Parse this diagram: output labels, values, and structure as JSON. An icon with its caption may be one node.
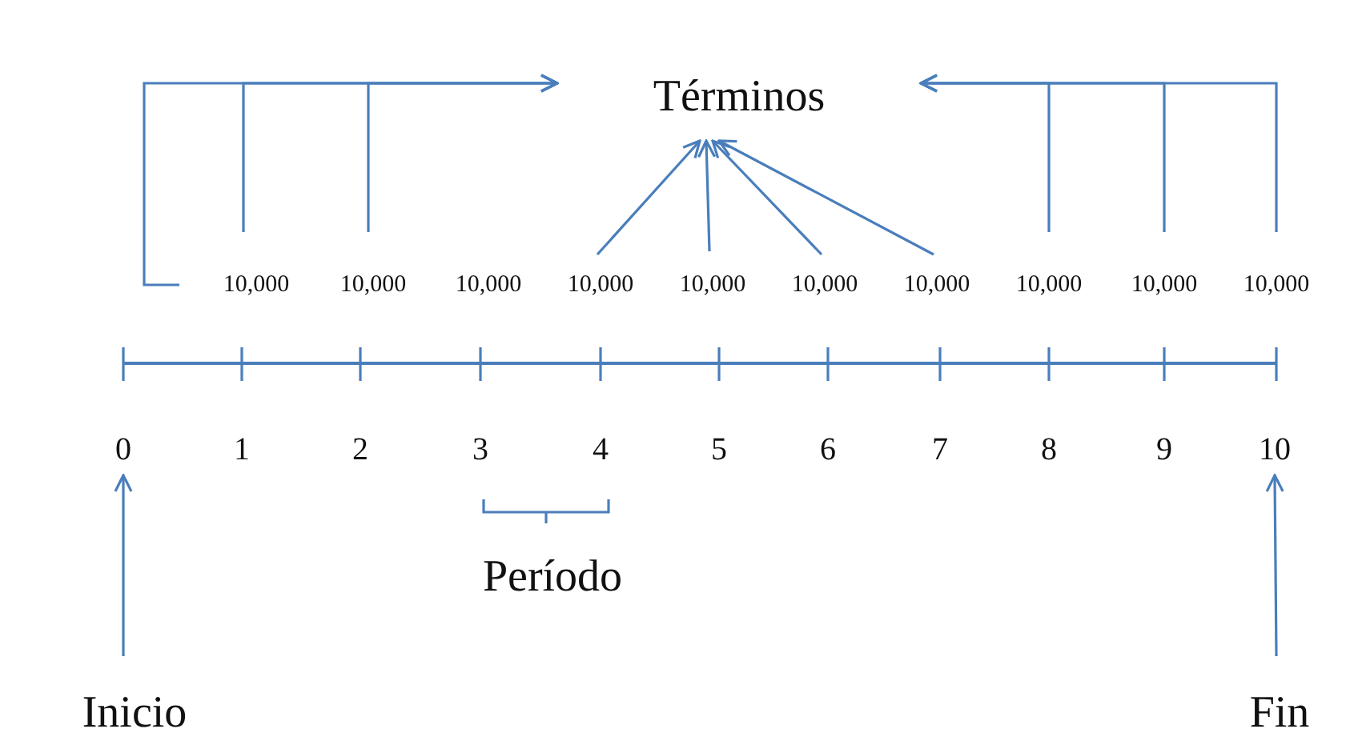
{
  "diagram": {
    "nodes": [
      {
        "text": [
          "Términos"
        ]
      },
      {
        "text": [
          "10,000"
        ]
      },
      {
        "text": [
          "10,000"
        ]
      },
      {
        "text": [
          "10,000"
        ]
      },
      {
        "text": [
          "10,000"
        ]
      },
      {
        "text": [
          "10,000"
        ]
      },
      {
        "text": [
          "10,000"
        ]
      },
      {
        "text": [
          "10,000"
        ]
      },
      {
        "text": [
          "10,000"
        ]
      },
      {
        "text": [
          "10,000"
        ]
      },
      {
        "text": [
          "10,000"
        ]
      },
      {
        "text": [
          "0"
        ]
      },
      {
        "text": [
          "1"
        ]
      },
      {
        "text": [
          "2"
        ]
      },
      {
        "text": [
          "3"
        ]
      },
      {
        "text": [
          "4"
        ]
      },
      {
        "text": [
          "5"
        ]
      },
      {
        "text": [
          "6"
        ]
      },
      {
        "text": [
          "7"
        ]
      },
      {
        "text": [
          "8"
        ]
      },
      {
        "text": [
          "9"
        ]
      },
      {
        "text": [
          "10"
        ]
      },
      {
        "text": [
          "Inicio"
        ]
      },
      {
        "text": [
          "Fin"
        ]
      }
    ],
    "edges": [
      {
        "from": 1,
        "to": 0,
        "arrow": "to"
      },
      {
        "from": 2,
        "to": 0,
        "arrow": "to"
      },
      {
        "from": null,
        "to": 0,
        "arrow": "to"
      },
      {
        "from": 4,
        "to": 0,
        "arrow": "to"
      },
      {
        "from": 5,
        "to": 0,
        "arrow": "to"
      },
      {
        "from": 6,
        "to": 0,
        "arrow": "to"
      },
      {
        "from": 7,
        "to": 0,
        "arrow": "to"
      },
      {
        "from": 8,
        "to": 0,
        "arrow": "to"
      },
      {
        "from": 9,
        "to": 0,
        "arrow": "to"
      },
      {
        "from": 10,
        "to": 0,
        "arrow": "to"
      },
      {
        "from": 22,
        "to": 11,
        "arrow": "to"
      },
      {
        "from": 23,
        "to": 21,
        "arrow": "to"
      }
    ],
    "labels": [
      "Período"
    ]
  }
}
